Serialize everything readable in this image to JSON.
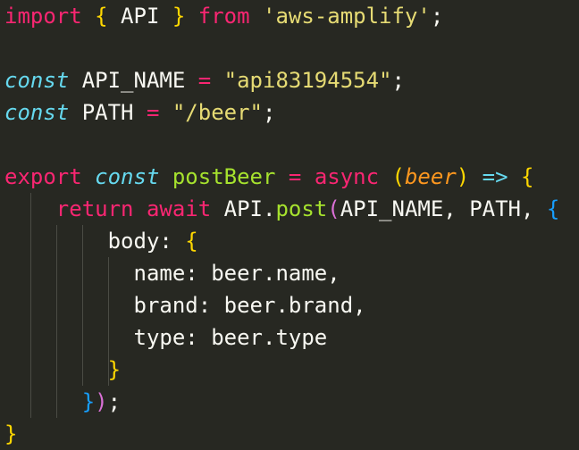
{
  "code": {
    "line1": {
      "import": "import",
      "lbrace": "{",
      "api": " API ",
      "rbrace": "}",
      "from": "from",
      "module": "'aws-amplify'",
      "semi": ";"
    },
    "line3": {
      "const": "const",
      "name": " API_NAME ",
      "eq": "=",
      "value": "\"api83194554\"",
      "semi": ";"
    },
    "line4": {
      "const": "const",
      "name": " PATH ",
      "eq": "=",
      "value": "\"/beer\"",
      "semi": ";"
    },
    "line6": {
      "export": "export",
      "const": "const",
      "fn": "postBeer",
      "eq": "=",
      "async": "async",
      "lparen": "(",
      "param": "beer",
      "rparen": ")",
      "arrow": "=>",
      "lbrace": "{"
    },
    "line7": {
      "return": "return",
      "await": "await",
      "obj": "API.",
      "method": "post",
      "lparen": "(",
      "args": "API_NAME, PATH, ",
      "lbrace": "{"
    },
    "line8": {
      "key": "body: ",
      "lbrace": "{"
    },
    "line9": {
      "text": "name: beer.name,"
    },
    "line10": {
      "text": "brand: beer.brand,"
    },
    "line11": {
      "text": "type: beer.type"
    },
    "line12": {
      "rbrace": "}"
    },
    "line13": {
      "rbrace": "}",
      "rparen": ")",
      "semi": ";"
    },
    "line14": {
      "rbrace": "}"
    }
  }
}
